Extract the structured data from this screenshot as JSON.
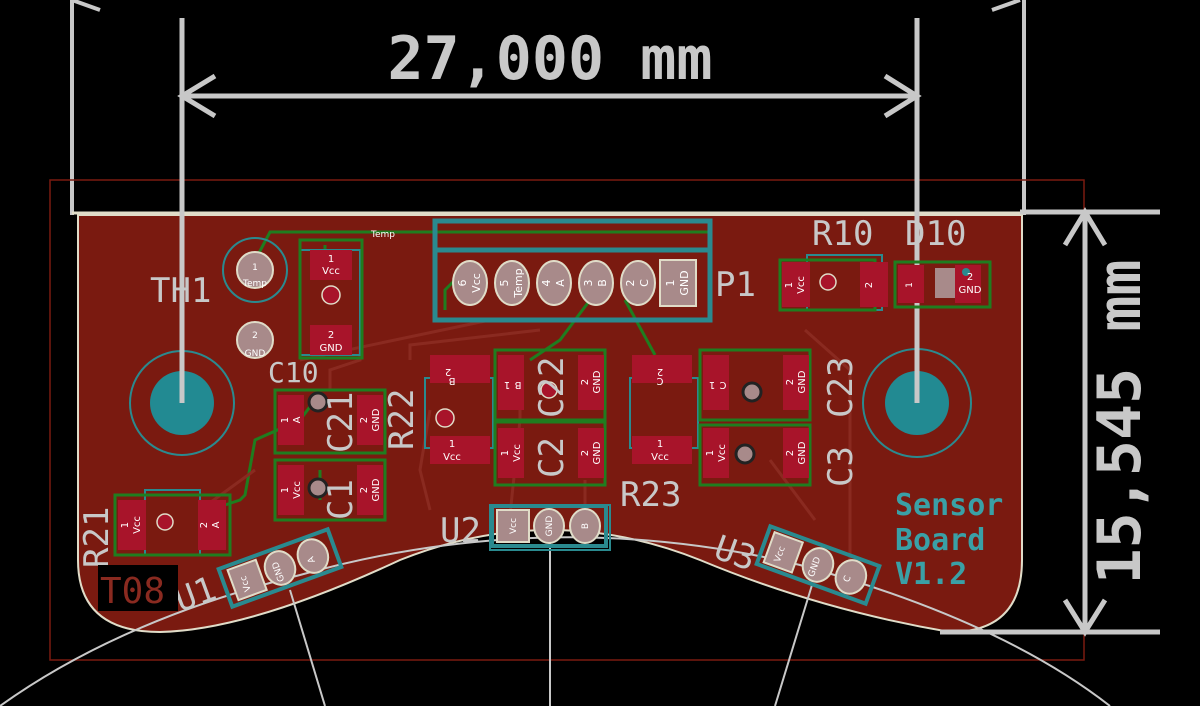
{
  "view": {
    "width_dimension": "27,000 mm",
    "height_dimension": "15,545 mm"
  },
  "board": {
    "silk_text": [
      "Sensor",
      "Board",
      "V1.2"
    ],
    "corner_label": "T08"
  },
  "components": {
    "TH1": {
      "ref": "TH1",
      "pads": [
        {
          "num": "1",
          "net": "Temp"
        },
        {
          "num": "2",
          "net": "GND"
        }
      ]
    },
    "C10": {
      "ref": "C10",
      "pads": [
        {
          "num": "1",
          "net": "Vcc"
        },
        {
          "num": "2",
          "net": "GND"
        }
      ]
    },
    "P1": {
      "ref": "P1",
      "pads": [
        {
          "num": "6",
          "net": "Vcc"
        },
        {
          "num": "5",
          "net": "Temp"
        },
        {
          "num": "4",
          "net": "A"
        },
        {
          "num": "3",
          "net": "B"
        },
        {
          "num": "2",
          "net": "C"
        },
        {
          "num": "1",
          "net": "GND"
        }
      ]
    },
    "R10": {
      "ref": "R10",
      "pads": [
        {
          "num": "1",
          "net": "Vcc"
        },
        {
          "num": "2",
          "net": ""
        }
      ]
    },
    "D10": {
      "ref": "D10",
      "pads": [
        {
          "num": "1",
          "net": ""
        },
        {
          "num": "2",
          "net": "GND"
        }
      ]
    },
    "R22": {
      "ref": "R22",
      "pads": [
        {
          "num": "2",
          "net": "B"
        },
        {
          "num": "1",
          "net": "Vcc"
        }
      ]
    },
    "C22": {
      "ref": "C22",
      "pads": [
        {
          "num": "1",
          "net": "B"
        },
        {
          "num": "2",
          "net": "GND"
        }
      ]
    },
    "C2": {
      "ref": "C2",
      "pads": [
        {
          "num": "1",
          "net": "Vcc"
        },
        {
          "num": "2",
          "net": "GND"
        }
      ]
    },
    "R23": {
      "ref": "R23",
      "pads": [
        {
          "num": "2",
          "net": "C"
        },
        {
          "num": "1",
          "net": "Vcc"
        }
      ]
    },
    "C23": {
      "ref": "C23",
      "pads": [
        {
          "num": "1",
          "net": "C"
        },
        {
          "num": "2",
          "net": "GND"
        }
      ]
    },
    "C3": {
      "ref": "C3",
      "pads": [
        {
          "num": "1",
          "net": "Vcc"
        },
        {
          "num": "2",
          "net": "GND"
        }
      ]
    },
    "C21": {
      "ref": "C21",
      "pads": [
        {
          "num": "1",
          "net": "A"
        },
        {
          "num": "2",
          "net": "GND"
        }
      ]
    },
    "C1": {
      "ref": "C1",
      "pads": [
        {
          "num": "1",
          "net": "Vcc"
        },
        {
          "num": "2",
          "net": "GND"
        }
      ]
    },
    "R21": {
      "ref": "R21",
      "pads": [
        {
          "num": "1",
          "net": "Vcc"
        },
        {
          "num": "2",
          "net": "A"
        }
      ]
    },
    "U1": {
      "ref": "U1",
      "pads": [
        {
          "net": "Vcc"
        },
        {
          "net": "GND"
        },
        {
          "net": "A"
        }
      ]
    },
    "U2": {
      "ref": "U2",
      "pads": [
        {
          "net": "Vcc"
        },
        {
          "net": "GND"
        },
        {
          "net": "B"
        }
      ]
    },
    "U3": {
      "ref": "U3",
      "pads": [
        {
          "net": "Vcc"
        },
        {
          "net": "GND"
        },
        {
          "net": "C"
        }
      ]
    }
  },
  "trace_labels": {
    "temp": "Temp"
  },
  "colors": {
    "background": "#000000",
    "copper": "#7a1a10",
    "pad": "#a8142a",
    "silkscreen": "#3aa0a6",
    "fab_line": "#c8c8c8",
    "trace_front": "#1f7d1f",
    "trace_back": "#8a2a20"
  }
}
